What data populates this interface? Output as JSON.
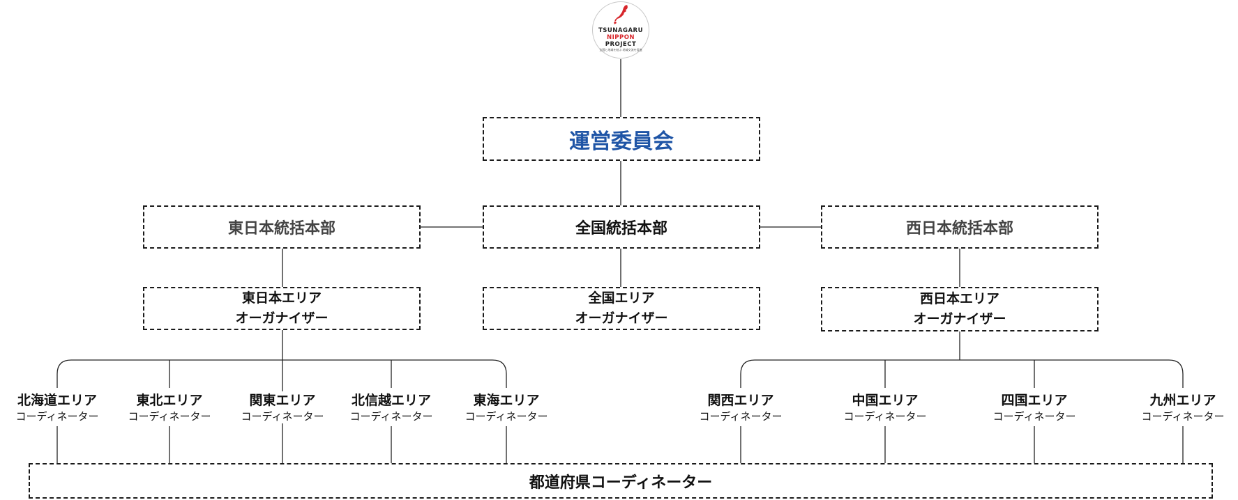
{
  "logo": {
    "line1": "TSUNAGARU",
    "line2": "NIPPON",
    "line3": "PROJECT",
    "tagline": "全国と地域を結ぶ 地域交流を促進",
    "mark_icon": "japan-map-icon",
    "brand_red": "#d7262b"
  },
  "committee": {
    "label": "運営委員会",
    "color": "#1f55a6"
  },
  "hq": {
    "east": "東日本統括本部",
    "national": "全国統括本部",
    "west": "西日本統括本部"
  },
  "organizers": {
    "east": {
      "line1": "東日本エリア",
      "line2": "オーガナイザー"
    },
    "national": {
      "line1": "全国エリア",
      "line2": "オーガナイザー"
    },
    "west": {
      "line1": "西日本エリア",
      "line2": "オーガナイザー"
    }
  },
  "coordinators": [
    {
      "area": "北海道エリア",
      "role": "コーディネーター"
    },
    {
      "area": "東北エリア",
      "role": "コーディネーター"
    },
    {
      "area": "関東エリア",
      "role": "コーディネーター"
    },
    {
      "area": "北信越エリア",
      "role": "コーディネーター"
    },
    {
      "area": "東海エリア",
      "role": "コーディネーター"
    },
    {
      "area": "関西エリア",
      "role": "コーディネーター"
    },
    {
      "area": "中国エリア",
      "role": "コーディネーター"
    },
    {
      "area": "四国エリア",
      "role": "コーディネーター"
    },
    {
      "area": "九州エリア",
      "role": "コーディネーター"
    }
  ],
  "prefecture": {
    "label": "都道府県コーディネーター"
  }
}
